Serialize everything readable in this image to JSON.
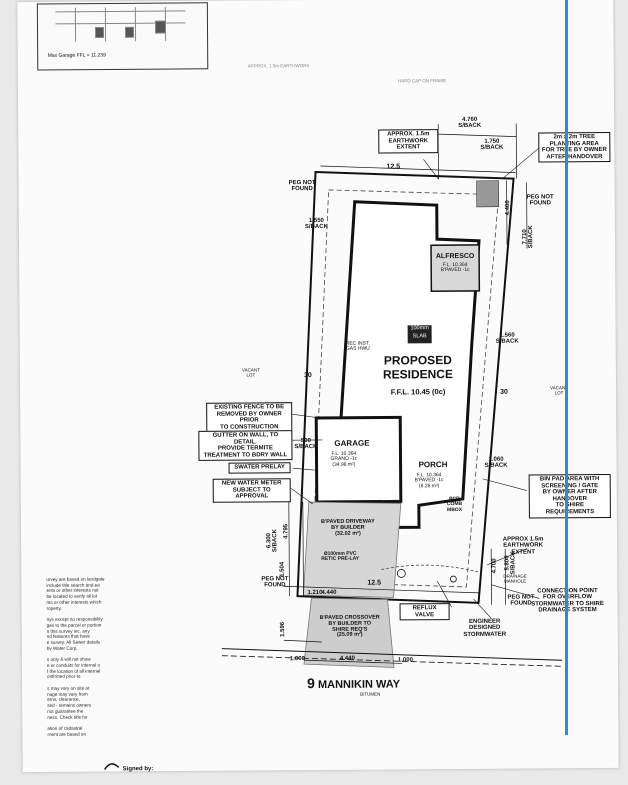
{
  "top_snippet": {
    "ffl_label": "Max Garage FFL = 11.239"
  },
  "faint_labels": [
    "APPROX. 1.5m EARTHWORK",
    "HARD CAP ON FRAME"
  ],
  "callouts": {
    "earthwork_top": "APPROX. 1.5m\nEARTHWORK\nEXTENT",
    "tree_planting": "2m x 2m TREE PLANTING AREA\nFOR TREE BY OWNER\nAFTER HANDOVER",
    "fence": "EXISTING FENCE TO BE\nREMOVED BY OWNER PRIOR\nTO CONSTRUCTION",
    "gutter": "GUTTER ON WALL, TO DETAIL.\nPROVIDE TERMITE\nTREATMENT TO BDRY WALL",
    "swater": "SWATER PRELAY",
    "water_meter": "NEW WATER METER\nSUBJECT TO APPROVAL",
    "bin_pad": "BIN PAD AREA WITH\nSCREENING / GATE\nBY OWNER AFTER HANDOVER\nTO SHIRE REQUIREMENTS",
    "earthwork_right": "APPROX 1.5m\nEARTHWORK\nEXTENT",
    "connection": "CONNECTION POINT\nFOR OVERFLOW\nSTORMWATER TO SHIRE\nDRAINAGE SYSTEM",
    "reflux": "REFLUX VALVE",
    "engineer": "ENGINEER\nDESIGNED\nSTORMWATER"
  },
  "dims": {
    "top_setback": "4.760\nS/BACK",
    "top_small": "1.750\nS/BACK",
    "frontage": "12.5",
    "right_top_a": "4.400",
    "right_top_b": "7.710\nS/BACK",
    "left_side": "1.550\nS/BACK",
    "right_side": "1.560\nS/BACK",
    "side_a": "30",
    "side_b": "30",
    "garage_side": "500\nS/BACK",
    "porch_side": "1.060\nS/BACK",
    "front_left_a": "6.300\nS/BACK",
    "front_left_b": "4.795",
    "front_left_c": "1.504",
    "front_right_a": "4.700",
    "front_right_b": "5.800\nS/BACK",
    "bottom_frontage": "12.5",
    "bottom_a": "4.440",
    "bottom_b": "4.440",
    "bottom_c": "1.000",
    "bottom_d": "1.000",
    "bottom_e": "1.210",
    "bottom_f": "1.596"
  },
  "pegs": {
    "top_left": "PEG NOT\nFOUND",
    "top_right": "PEG NOT\nFOUND",
    "bottom_left": "PEG NOT\nFOUND",
    "bottom_right": "PEG NOT\nFOUND"
  },
  "rooms": {
    "alfresco": {
      "title": "ALFRESCO",
      "sub": "F.L. 10.364\nB'PAVED -1c"
    },
    "slab": "100mm\nSLAB",
    "rec": "REC INST.\nGAS HWU",
    "residence": "PROPOSED\nRESIDENCE",
    "residence_ffl": "F.F.L. 10.45 (0c)",
    "garage": {
      "title": "GARAGE",
      "sub": "F.L. 10.364\nGRANO -1c\n(34.98 m²)"
    },
    "porch": {
      "title": "PORCH",
      "sub": "F.L. 10.364\nB'PAVED -1c\n(6.26 m²)"
    },
    "driveway": "B'PAVED DRIVEWAY\nBY BUILDER\n(32.02 m²)",
    "crossover": "B'PAVED CROSSOVER\nBY BUILDER TO\nSHIRE REQ'S\n(25.09 m²)",
    "pvc": "Ø100mm PVC\nRETIC PRE-LAY",
    "meter": "PCD\nCOMB\nMBOX",
    "vacant_left": "VACANT\nLOT",
    "vacant_right": "VACANT\nLOT",
    "drainage": "DRAINAGE\nMANHOLE"
  },
  "road": {
    "number": "9",
    "name": "MANNIKIN WAY",
    "sub": "BITUMEN"
  },
  "notes": "urvey are based on landgate\ninclude title search and ea\nents or other interests not\nbe located to verify all lot\nnts or other interests which\nroperty.\n\nnys except no responsibility\nges to the parcel or portion\nn this survey inc. any\nnd features that have\ne survey. All Sewer details\nby Water Corp.\n\ns only & will not show\ne or conduits for internal o\nf the location of all internal\nonfirmed prior to\n\ns may vary on site at\nnage may vary from\nerns, clearance,\nsed - remains owners\nnot guarantee the\nness. Check title for\n\nation of cadastral\nrnent are based on",
  "signed": "Signed by:"
}
